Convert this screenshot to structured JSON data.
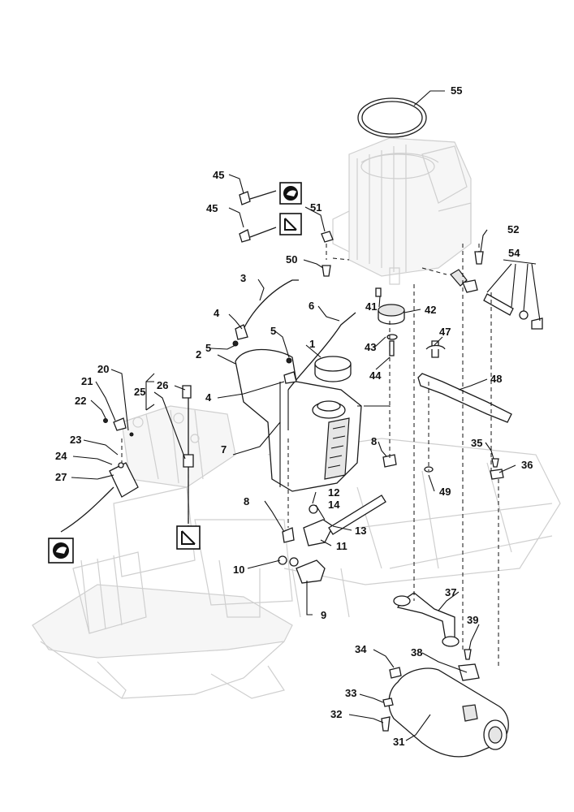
{
  "callouts": [
    {
      "id": "c1",
      "label": "1"
    },
    {
      "id": "c2",
      "label": "2"
    },
    {
      "id": "c3",
      "label": "3"
    },
    {
      "id": "c4a",
      "label": "4"
    },
    {
      "id": "c4b",
      "label": "4"
    },
    {
      "id": "c5a",
      "label": "5"
    },
    {
      "id": "c5b",
      "label": "5"
    },
    {
      "id": "c6",
      "label": "6"
    },
    {
      "id": "c7",
      "label": "7"
    },
    {
      "id": "c8a",
      "label": "8"
    },
    {
      "id": "c8b",
      "label": "8"
    },
    {
      "id": "c9",
      "label": "9"
    },
    {
      "id": "c10",
      "label": "10"
    },
    {
      "id": "c11",
      "label": "11"
    },
    {
      "id": "c12",
      "label": "12"
    },
    {
      "id": "c13",
      "label": "13"
    },
    {
      "id": "c14",
      "label": "14"
    },
    {
      "id": "c20",
      "label": "20"
    },
    {
      "id": "c21",
      "label": "21"
    },
    {
      "id": "c22",
      "label": "22"
    },
    {
      "id": "c23",
      "label": "23"
    },
    {
      "id": "c24",
      "label": "24"
    },
    {
      "id": "c25",
      "label": "25"
    },
    {
      "id": "c26",
      "label": "26"
    },
    {
      "id": "c27",
      "label": "27"
    },
    {
      "id": "c31",
      "label": "31"
    },
    {
      "id": "c32",
      "label": "32"
    },
    {
      "id": "c33",
      "label": "33"
    },
    {
      "id": "c34",
      "label": "34"
    },
    {
      "id": "c35",
      "label": "35"
    },
    {
      "id": "c36",
      "label": "36"
    },
    {
      "id": "c37",
      "label": "37"
    },
    {
      "id": "c38",
      "label": "38"
    },
    {
      "id": "c39",
      "label": "39"
    },
    {
      "id": "c41",
      "label": "41"
    },
    {
      "id": "c42",
      "label": "42"
    },
    {
      "id": "c43",
      "label": "43"
    },
    {
      "id": "c44",
      "label": "44"
    },
    {
      "id": "c45a",
      "label": "45"
    },
    {
      "id": "c45b",
      "label": "45"
    },
    {
      "id": "c47",
      "label": "47"
    },
    {
      "id": "c48",
      "label": "48"
    },
    {
      "id": "c49",
      "label": "49"
    },
    {
      "id": "c50",
      "label": "50"
    },
    {
      "id": "c51",
      "label": "51"
    },
    {
      "id": "c52",
      "label": "52"
    },
    {
      "id": "c54",
      "label": "54"
    },
    {
      "id": "c55",
      "label": "55"
    }
  ],
  "icons": [
    {
      "id": "icon-hare-top",
      "name": "hare-speed-icon"
    },
    {
      "id": "icon-choke-top",
      "name": "choke-icon"
    },
    {
      "id": "icon-choke-mid",
      "name": "choke-icon"
    },
    {
      "id": "icon-hare-bottom",
      "name": "hare-speed-icon"
    }
  ],
  "colors": {
    "line": "#111111",
    "ghost": "#cfcfcf",
    "background": "#ffffff"
  }
}
